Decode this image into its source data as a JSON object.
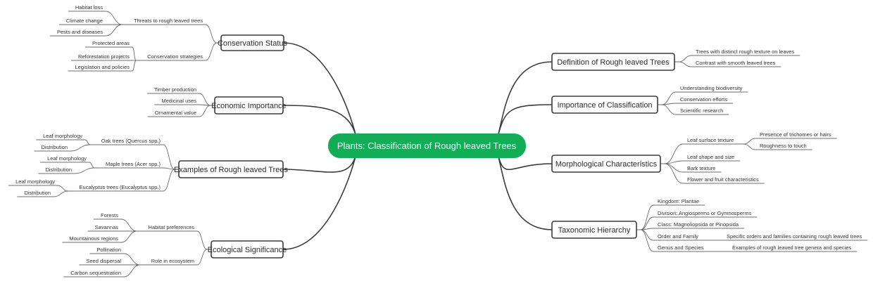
{
  "root": {
    "label": "Plants: Classification of Rough leaved Trees",
    "color": "#12ad56"
  },
  "left": [
    {
      "label": "Conservation Status",
      "children": [
        {
          "label": "Threats to rough leaved trees",
          "children": [
            {
              "label": "Habitat loss"
            },
            {
              "label": "Climate change"
            },
            {
              "label": "Pests and diseases"
            }
          ]
        },
        {
          "label": "Conservation strategies",
          "children": [
            {
              "label": "Protected areas"
            },
            {
              "label": "Reforestation projects"
            },
            {
              "label": "Legislation and policies"
            }
          ]
        }
      ]
    },
    {
      "label": "Economic Importance",
      "children": [
        {
          "label": "Timber production"
        },
        {
          "label": "Medicinal uses"
        },
        {
          "label": "Ornamental value"
        }
      ]
    },
    {
      "label": "Examples of Rough leaved Trees",
      "children": [
        {
          "label": "Oak trees (Quercus spp.)",
          "children": [
            {
              "label": "Leaf morphology"
            },
            {
              "label": "Distribution"
            }
          ]
        },
        {
          "label": "Maple trees (Acer spp.)",
          "children": [
            {
              "label": "Leaf morphology"
            },
            {
              "label": "Distribution"
            }
          ]
        },
        {
          "label": "Eucalyptus trees (Eucalyptus spp.)",
          "children": [
            {
              "label": "Leaf morphology"
            },
            {
              "label": "Distribution"
            }
          ]
        }
      ]
    },
    {
      "label": "Ecological Significance",
      "children": [
        {
          "label": "Habitat preferences",
          "children": [
            {
              "label": "Forests"
            },
            {
              "label": "Savannas"
            },
            {
              "label": "Mountainous regions"
            }
          ]
        },
        {
          "label": "Role in ecosystem",
          "children": [
            {
              "label": "Pollination"
            },
            {
              "label": "Seed dispersal"
            },
            {
              "label": "Carbon sequestration"
            }
          ]
        }
      ]
    }
  ],
  "right": [
    {
      "label": "Definition of Rough leaved Trees",
      "children": [
        {
          "label": "Trees with distinct rough texture on leaves"
        },
        {
          "label": "Contrast with smooth leaved trees"
        }
      ]
    },
    {
      "label": "Importance of Classification",
      "children": [
        {
          "label": "Understanding biodiversity"
        },
        {
          "label": "Conservation efforts"
        },
        {
          "label": "Scientific research"
        }
      ]
    },
    {
      "label": "Morphological Characteristics",
      "children": [
        {
          "label": "Leaf surface texture",
          "children": [
            {
              "label": "Presence of trichomes or hairs"
            },
            {
              "label": "Roughness to touch"
            }
          ]
        },
        {
          "label": "Leaf shape and size"
        },
        {
          "label": "Bark texture"
        },
        {
          "label": "Flower and fruit characteristics"
        }
      ]
    },
    {
      "label": "Taxonomic Hierarchy",
      "children": [
        {
          "label": "Kingdom: Plantae"
        },
        {
          "label": "Division: Angiosperms or Gymnosperms"
        },
        {
          "label": "Class: Magnoliopsida or Pinopsida"
        },
        {
          "label": "Order and Family",
          "children": [
            {
              "label": "Specific orders and families containing rough leaved trees"
            }
          ]
        },
        {
          "label": "Genus and Species",
          "children": [
            {
              "label": "Examples of rough leaved tree genera and species"
            }
          ]
        }
      ]
    }
  ]
}
